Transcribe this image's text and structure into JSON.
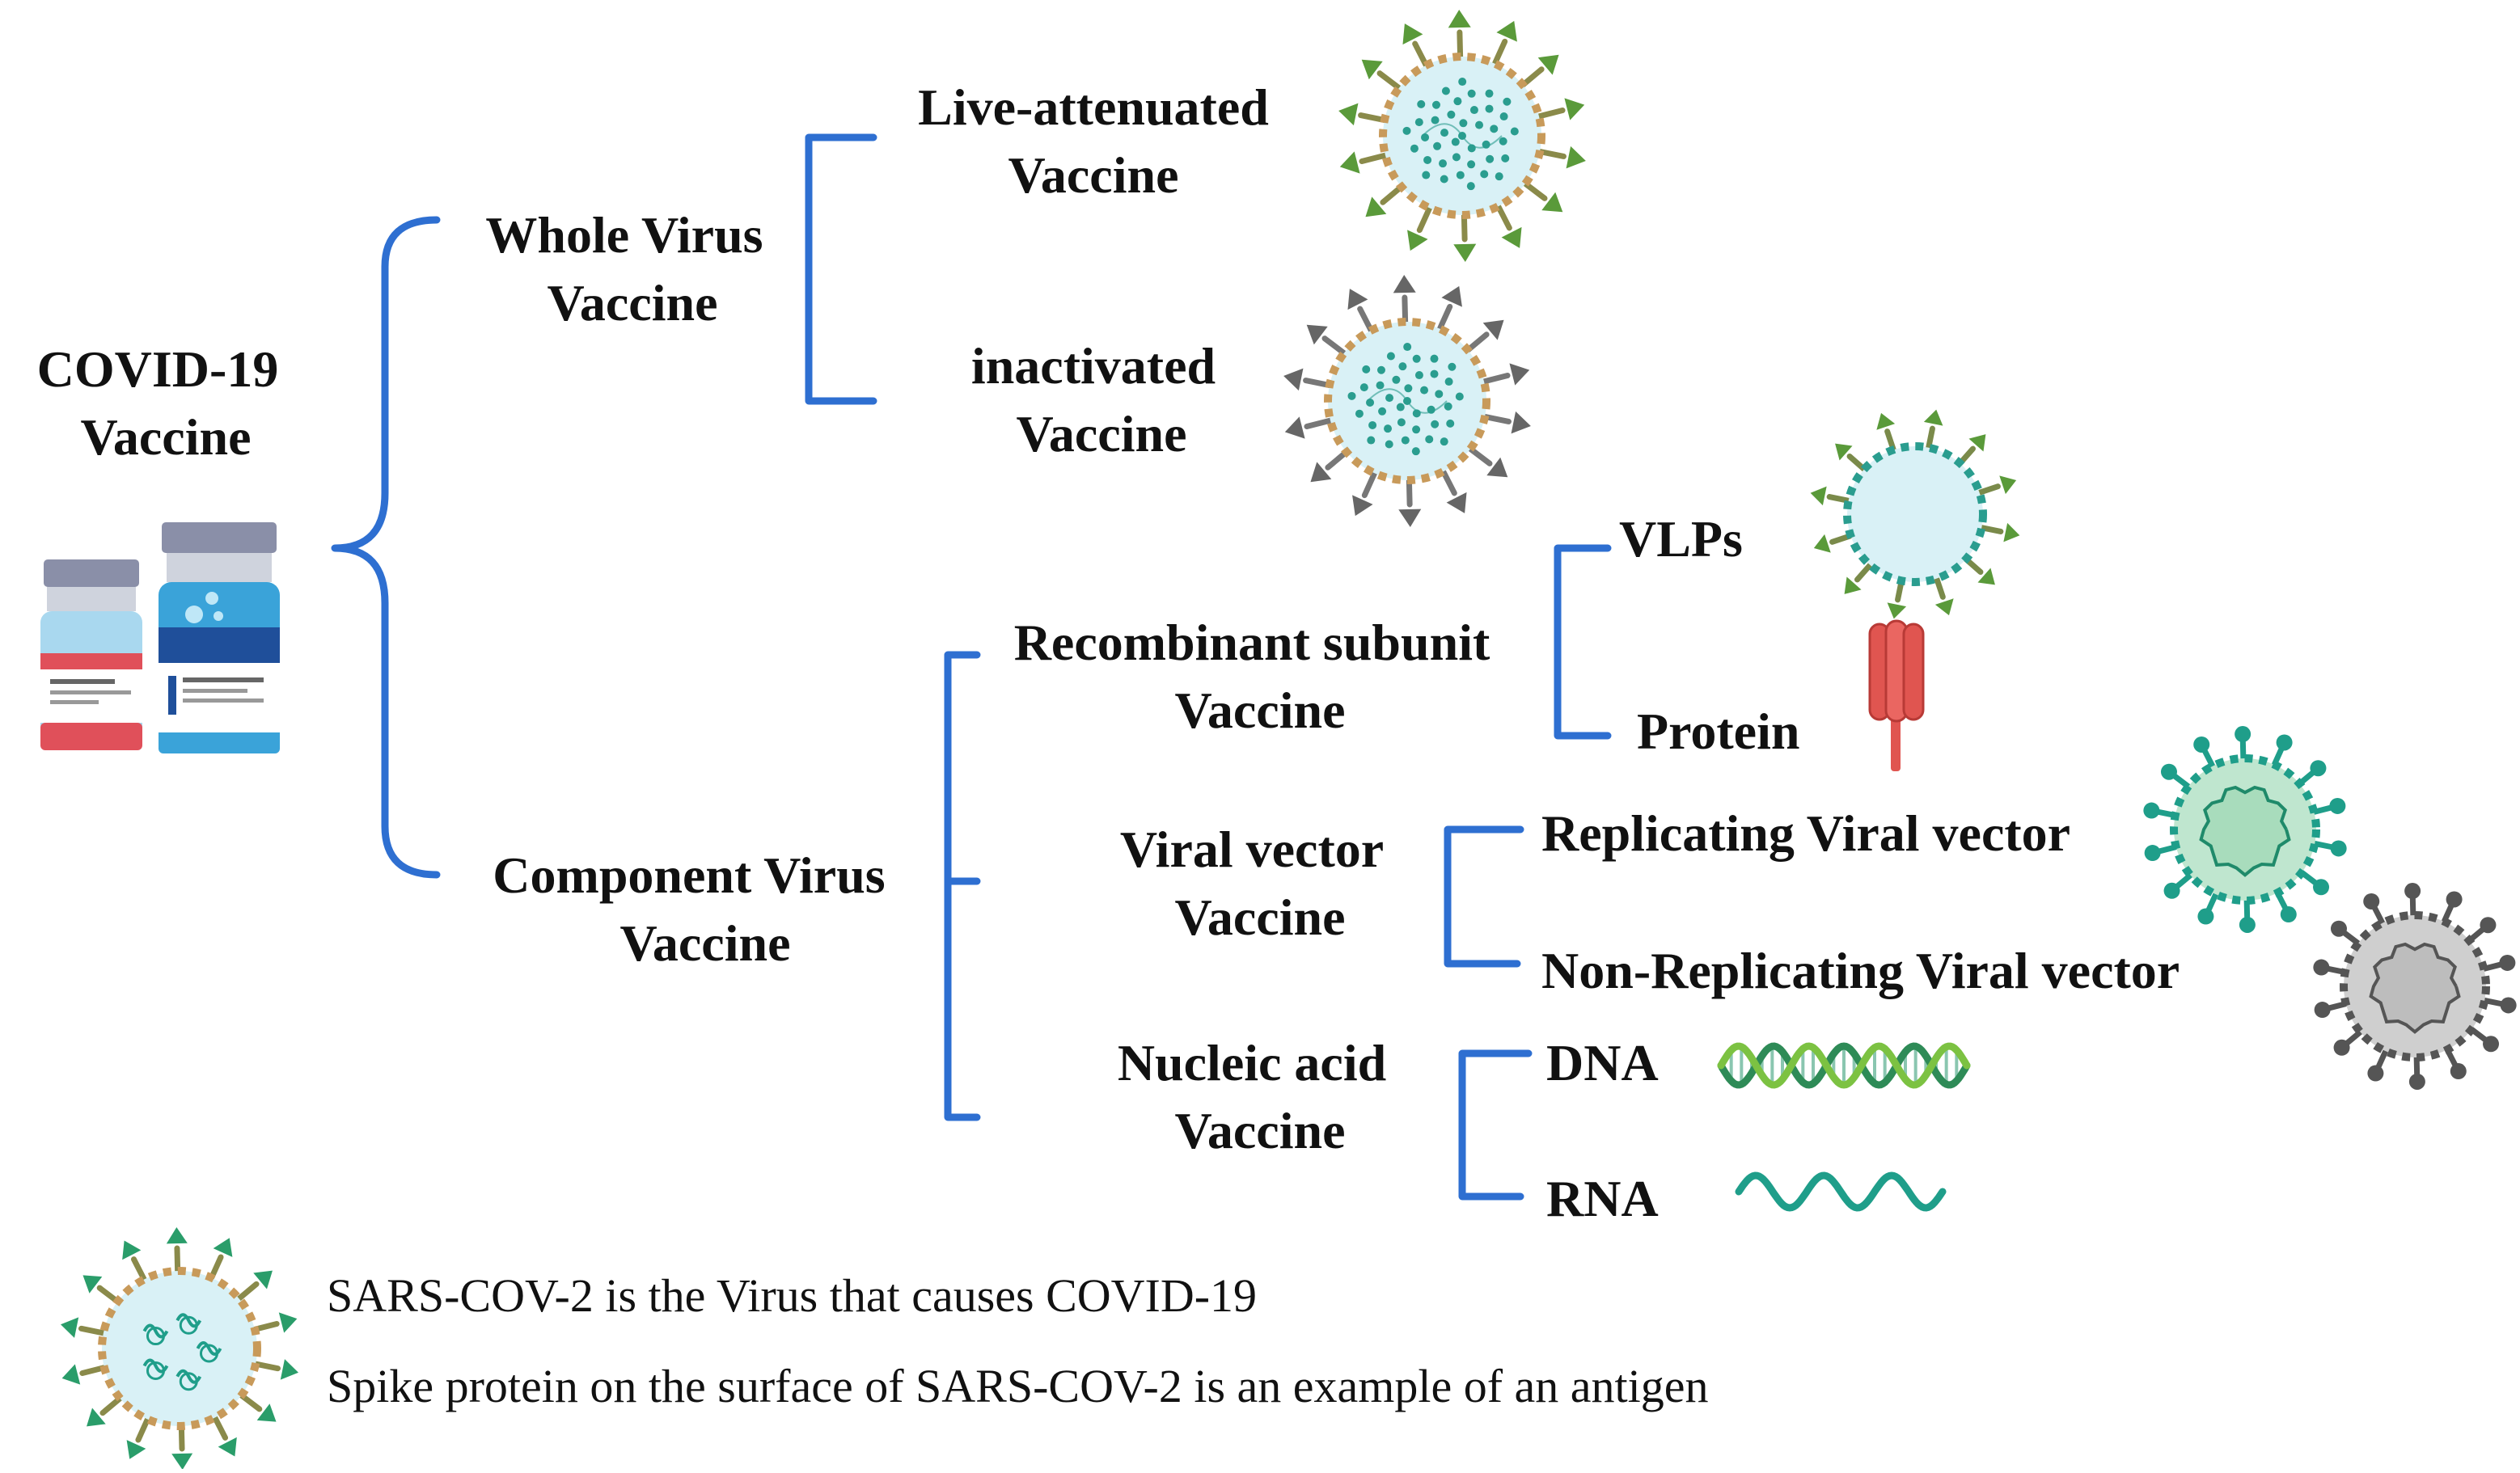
{
  "root": {
    "line1": "COVID-19",
    "line2": "Vaccine"
  },
  "whole_virus": {
    "line1": "Whole Virus",
    "line2": "Vaccine",
    "live_attenuated": {
      "line1": "Live-attenuated",
      "line2": "Vaccine"
    },
    "inactivated": {
      "line1": "inactivated",
      "line2": "Vaccine"
    }
  },
  "component_virus": {
    "line1": "Component Virus",
    "line2": "Vaccine",
    "recombinant": {
      "line1": "Recombinant subunit",
      "line2": "Vaccine",
      "vlps": "VLPs",
      "protein": "Protein"
    },
    "viral_vector": {
      "line1": "Viral vector",
      "line2": "Vaccine",
      "replicating": "Replicating Viral vector",
      "non_replicating": "Non-Replicating Viral vector"
    },
    "nucleic_acid": {
      "line1": "Nucleic acid",
      "line2": "Vaccine",
      "dna": "DNA",
      "rna": "RNA"
    }
  },
  "legend": {
    "line1": "SARS-COV-2 is the Virus that causes COVID-19",
    "line2": "Spike protein on the surface of SARS-COV-2 is an example of an antigen"
  },
  "icons": {
    "vials": "vaccine-vials-icon",
    "live_virus": "green-virus-icon",
    "inactivated_virus": "gray-virus-icon",
    "vlp": "virus-like-particle-icon",
    "protein": "spike-protein-icon",
    "replicating": "teal-viral-vector-icon",
    "non_replicating": "gray-viral-vector-icon",
    "dna": "dna-helix-icon",
    "rna": "rna-strand-icon",
    "sars": "sars-cov-2-icon"
  },
  "colors": {
    "brace": "#2e6fd1",
    "live_virus": "#5a9a3a",
    "inactivated_virus": "#666666",
    "teal": "#1f9e8a",
    "protein": "#e05550"
  }
}
